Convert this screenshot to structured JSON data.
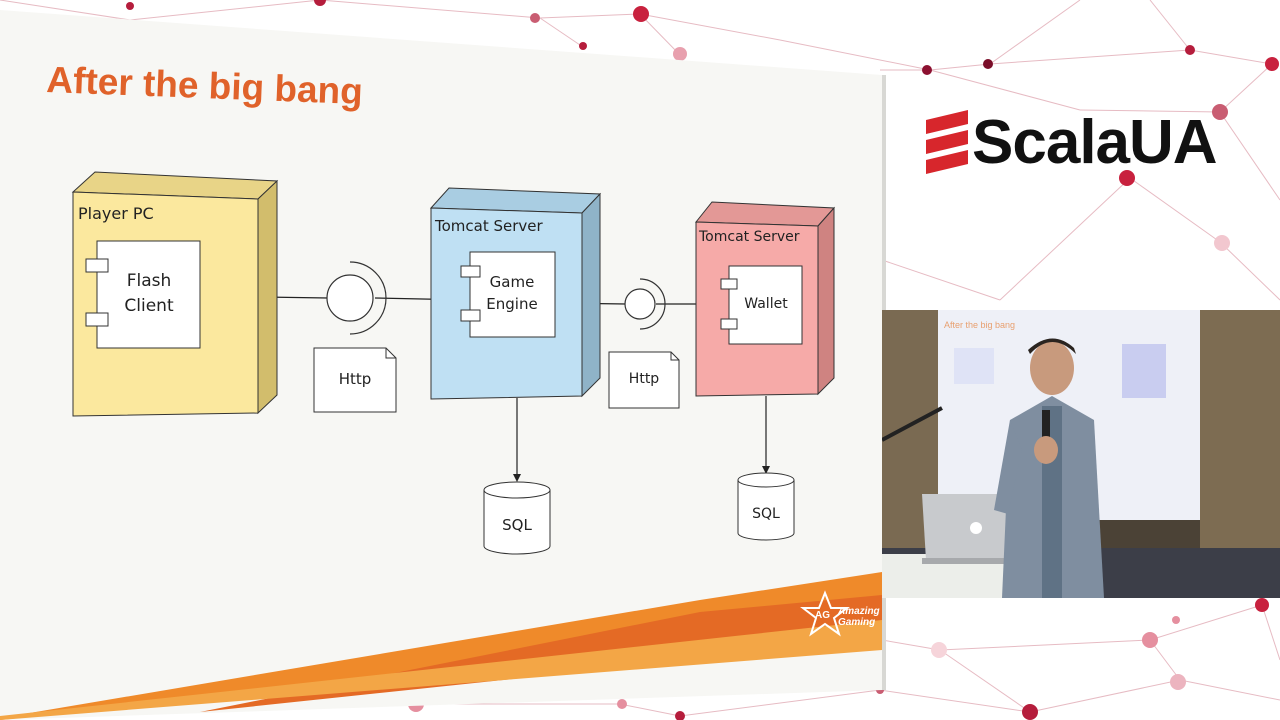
{
  "slide": {
    "title": "After the big bang",
    "brand": {
      "line1": "Amazing",
      "line2": "Gaming",
      "mark": "AG"
    }
  },
  "diagram": {
    "player_node": {
      "label": "Player PC",
      "component": {
        "line1": "Flash",
        "line2": "Client"
      }
    },
    "tomcat_game": {
      "label": "Tomcat Server",
      "component": {
        "line1": "Game",
        "line2": "Engine"
      }
    },
    "tomcat_wallet": {
      "label": "Tomcat Server",
      "component": {
        "line1": "Wallet"
      }
    },
    "notes": [
      "Http",
      "Http"
    ],
    "databases": [
      "SQL",
      "SQL"
    ]
  },
  "conference": {
    "logo": "ScalaUA"
  },
  "video": {
    "projected_title": "After the big bang",
    "laptop_logo": "apple-icon"
  },
  "colors": {
    "title_orange": "#e0622a",
    "player_yellow": "#fbe89e",
    "server_blue": "#bfe0f3",
    "wallet_pink": "#f6aaa8",
    "scala_red": "#d7262c",
    "banner_orange": "#ef8a2a"
  }
}
